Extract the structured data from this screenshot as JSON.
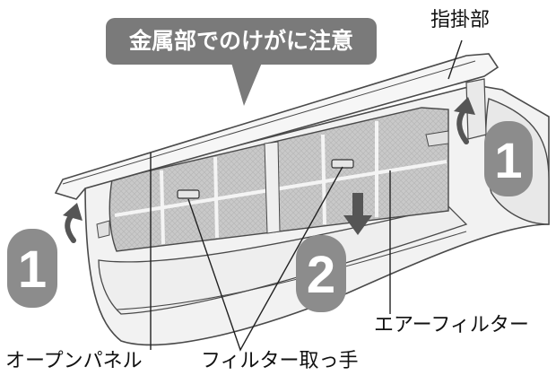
{
  "diagram": {
    "warning_bubble": "金属部でのけがに注意",
    "labels": {
      "finger_grip": "指掛部",
      "air_filter": "エアーフィルター",
      "open_panel": "オープンパネル",
      "filter_handle": "フィルター取っ手"
    },
    "step_badges": [
      "1",
      "1",
      "2"
    ],
    "colors": {
      "bubble": "#7a7a7a",
      "badge": "#8c8c8c",
      "filter": "#c9c9c9",
      "unit_body": "#f2f2f2",
      "outline": "#4a4a4a"
    }
  }
}
